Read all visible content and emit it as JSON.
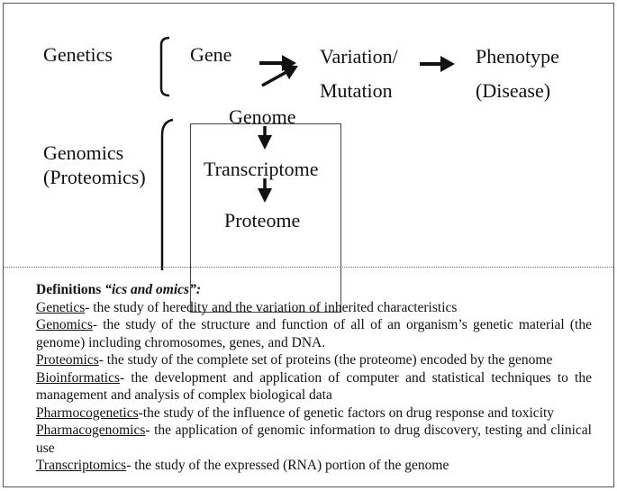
{
  "diagram": {
    "genetics_label": "Genetics",
    "genomics_label": "Genomics",
    "proteomics_label": "(Proteomics)",
    "gene": "Gene",
    "variation": "Variation/",
    "mutation": "Mutation",
    "phenotype": "Phenotype",
    "disease": "(Disease)",
    "genome": "Genome",
    "transcriptome": "Transcriptome",
    "proteome": "Proteome"
  },
  "definitions": {
    "heading_bold": "Definitions ",
    "heading_italic": "“ics and omics”:",
    "items": [
      {
        "term": "Genetics",
        "text": "- the study of heredity and the variation of inherited characteristics"
      },
      {
        "term": "Genomics",
        "text": "- the study of the structure and function of all of an organism’s genetic material (the genome) including chromosomes, genes, and DNA."
      },
      {
        "term": "Proteomics",
        "text": "- the study of the complete set of proteins (the proteome) encoded by the genome"
      },
      {
        "term": "Bioinformatics",
        "text": "- the development and application of computer and statistical techniques to the management and analysis of complex biological data"
      },
      {
        "term": "Pharmocogenetics",
        "text": "-the study of the influence of genetic factors on drug response and toxicity"
      },
      {
        "term": "Pharmacogenomics",
        "text": "- the application of genomic information to drug discovery, testing and clinical use"
      },
      {
        "term": "Transcriptomics",
        "text": "- the study of the expressed (RNA) portion of the genome"
      }
    ]
  }
}
